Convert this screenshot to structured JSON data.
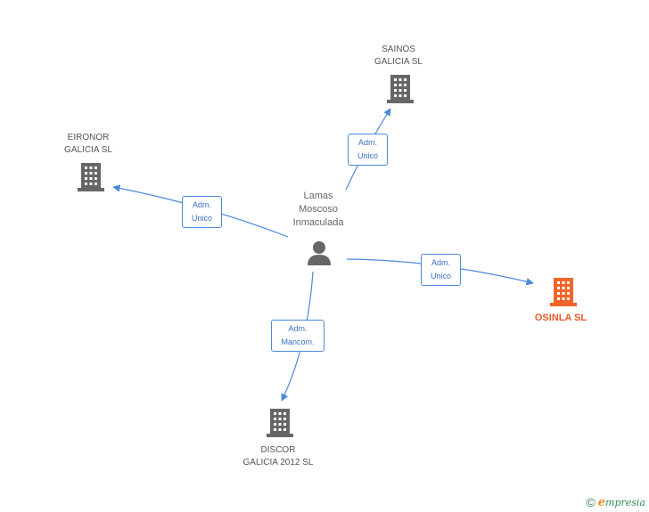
{
  "person": {
    "name": "Lamas\nMoscoso\nInmaculada",
    "icon": "person-icon"
  },
  "companies": {
    "sainos": {
      "name": "SAINOS\nGALICIA SL",
      "icon": "building-icon",
      "color": "#666666"
    },
    "eironor": {
      "name": "EIRONOR\nGALICIA SL",
      "icon": "building-icon",
      "color": "#666666"
    },
    "osinla": {
      "name": "OSINLA SL",
      "icon": "building-icon",
      "color": "#f2662a"
    },
    "discor": {
      "name": "DISCOR\nGALICIA 2012 SL",
      "icon": "building-icon",
      "color": "#666666"
    }
  },
  "relations": {
    "sainos": {
      "line1": "Adm.",
      "line2": "Unico"
    },
    "eironor": {
      "line1": "Adm.",
      "line2": "Unico"
    },
    "osinla": {
      "line1": "Adm.",
      "line2": "Unico"
    },
    "discor": {
      "line1": "Adm.",
      "line2": "Mancom."
    }
  },
  "footer": {
    "copyright": "©",
    "brand_initial": "e",
    "brand_rest": "mpresia"
  },
  "colors": {
    "edge": "#4a89dc",
    "text": "#555555",
    "highlight": "#e65a2a"
  }
}
